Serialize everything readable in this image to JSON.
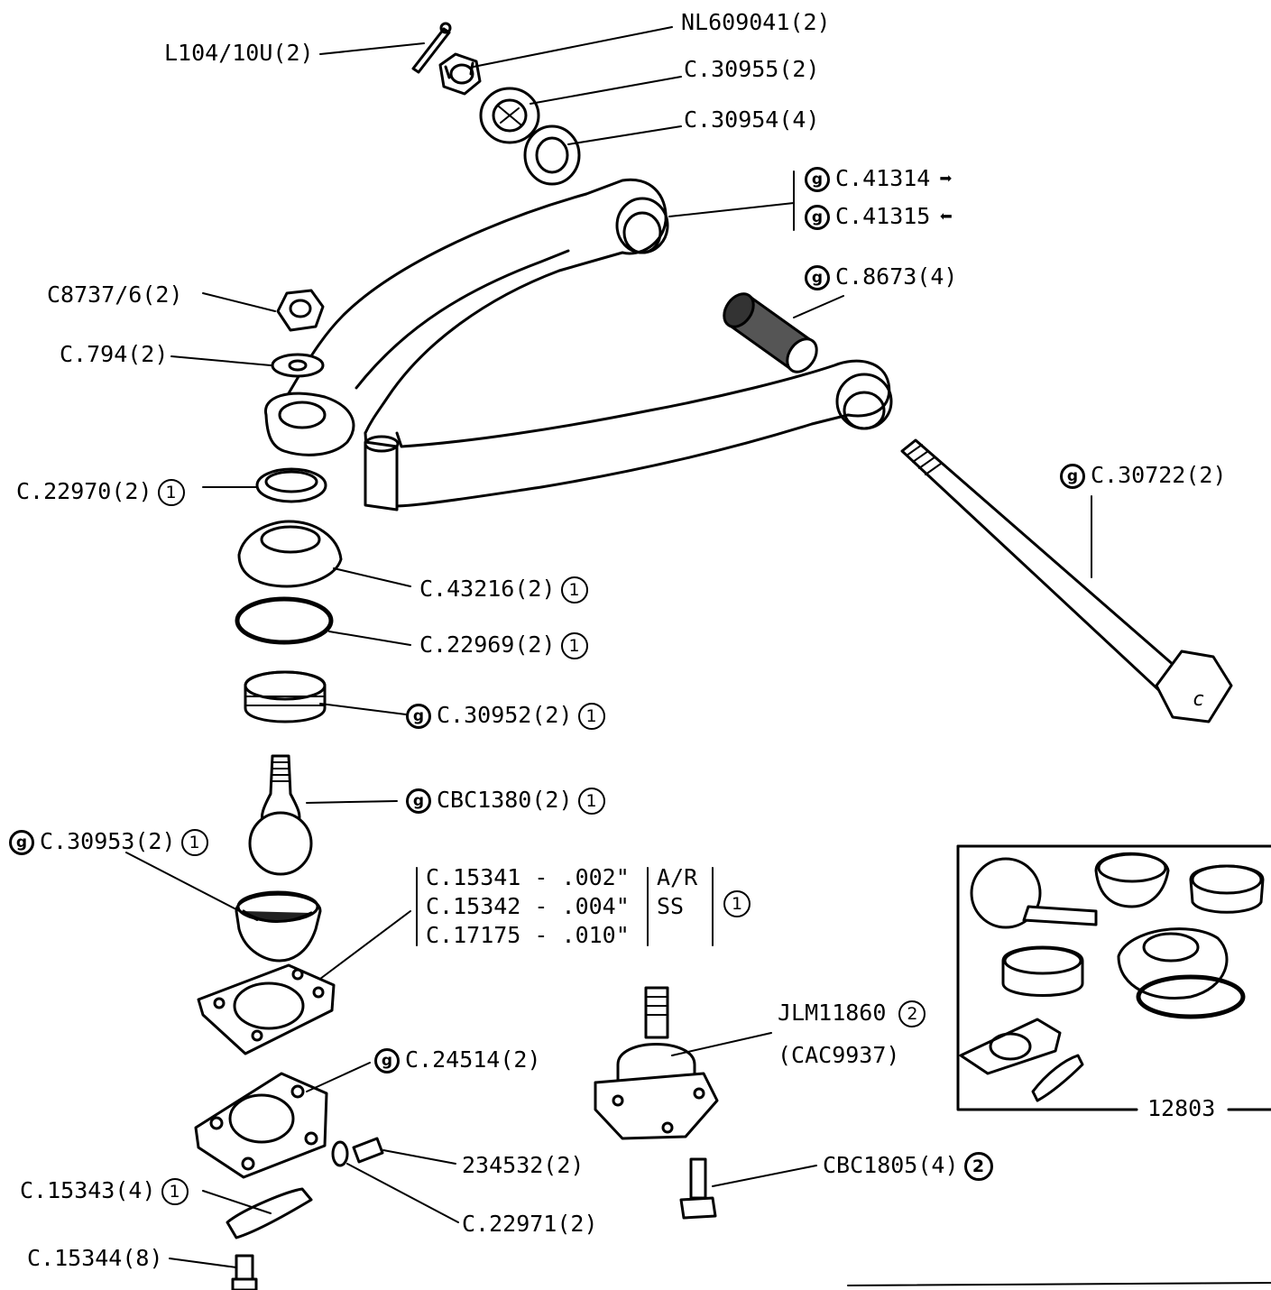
{
  "labels": {
    "l104": "L104/10U(2)",
    "nl609041": "NL609041(2)",
    "c30955": "C.30955(2)",
    "c30954": "C.30954(4)",
    "c41314": "C.41314",
    "c41315": "C.41315",
    "c8673": "C.8673(4)",
    "c8737": "C8737/6(2)",
    "c794": "C.794(2)",
    "c22970": "C.22970(2)",
    "c30722": "C.30722(2)",
    "c43216": "C.43216(2)",
    "c22969": "C.22969(2)",
    "c30952": "C.30952(2)",
    "cbc1380": "CBC1380(2)",
    "c30953": "C.30953(2)",
    "shim1": "C.15341 - .002\"",
    "shim2": "C.15342 - .004\"",
    "shim3": "C.17175 - .010\"",
    "ar": "A/R",
    "ss": "SS",
    "jlm11860": "JLM11860",
    "cac9937": "(CAC9937)",
    "c24514": "C.24514(2)",
    "p234532": "234532(2)",
    "cbc1805": "CBC1805(4)",
    "c15343": "C.15343(4)",
    "c22971": "C.22971(2)",
    "c15344": "C.15344(8)",
    "inset_number": "12803"
  },
  "marks": {
    "one": "1",
    "two": "2",
    "g": "g"
  },
  "icons": [
    "right-arrow-icon",
    "left-arrow-icon",
    "g-circle-icon"
  ]
}
